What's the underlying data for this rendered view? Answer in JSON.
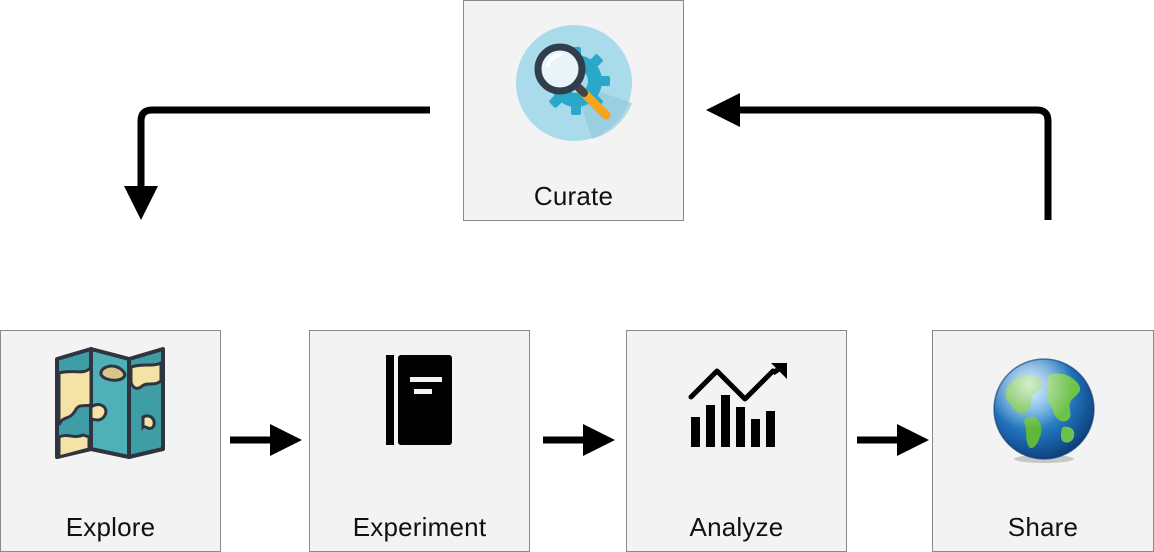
{
  "diagram": {
    "nodes": {
      "curate": {
        "label": "Curate",
        "icon": "magnifier-gear-icon"
      },
      "explore": {
        "label": "Explore",
        "icon": "folded-map-icon"
      },
      "experiment": {
        "label": "Experiment",
        "icon": "notebook-icon"
      },
      "analyze": {
        "label": "Analyze",
        "icon": "trend-bar-chart-icon"
      },
      "share": {
        "label": "Share",
        "icon": "globe-icon"
      }
    },
    "edges": [
      {
        "from": "explore",
        "to": "experiment"
      },
      {
        "from": "experiment",
        "to": "analyze"
      },
      {
        "from": "analyze",
        "to": "share"
      },
      {
        "from": "share",
        "to": "curate"
      },
      {
        "from": "curate",
        "to": "explore"
      }
    ],
    "colors": {
      "node_fill": "#f3f3f3",
      "node_border": "#8a8a8a",
      "arrow": "#000000"
    }
  }
}
